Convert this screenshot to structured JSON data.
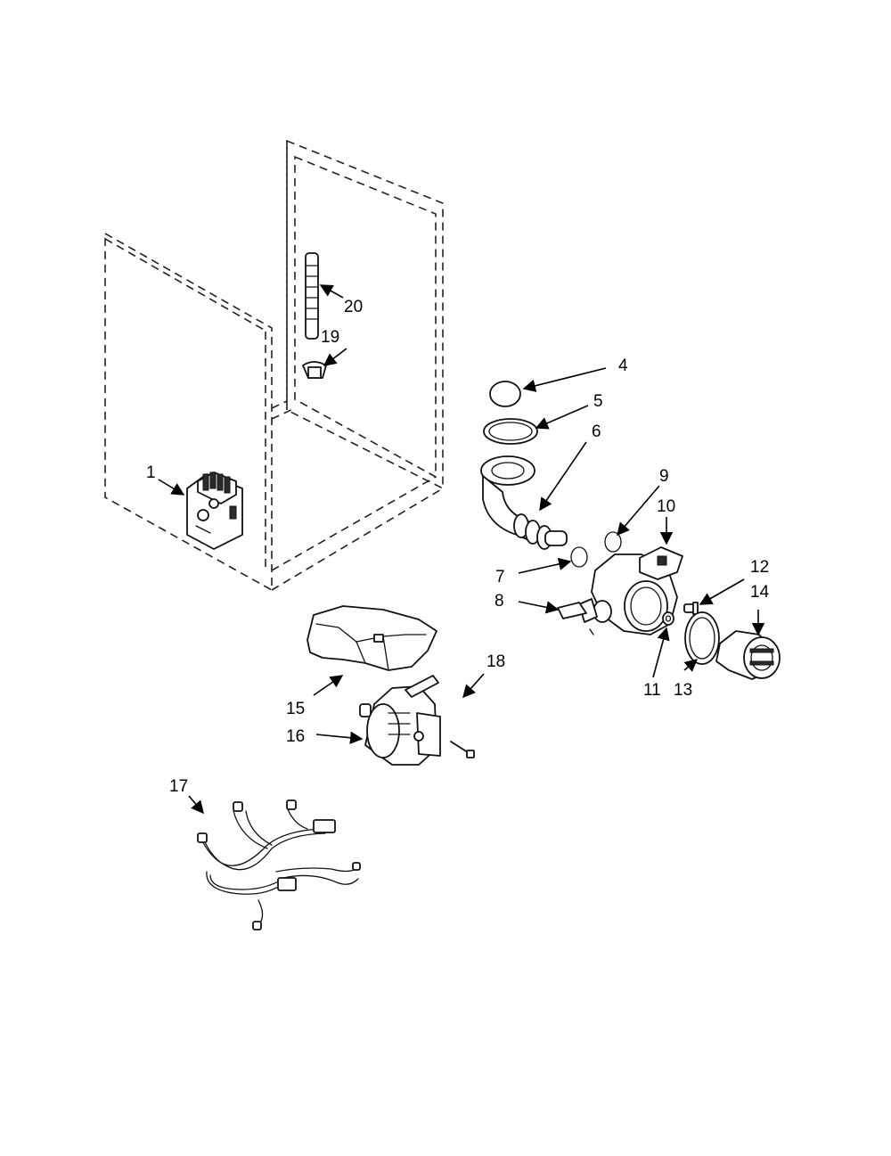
{
  "callouts": {
    "c1": "1",
    "c4": "4",
    "c5": "5",
    "c6": "6",
    "c7": "7",
    "c8": "8",
    "c9": "9",
    "c10": "10",
    "c11": "11",
    "c12": "12",
    "c13": "13",
    "c14": "14",
    "c15": "15",
    "c16": "16",
    "c17": "17",
    "c18": "18",
    "c19": "19",
    "c20": "20"
  }
}
